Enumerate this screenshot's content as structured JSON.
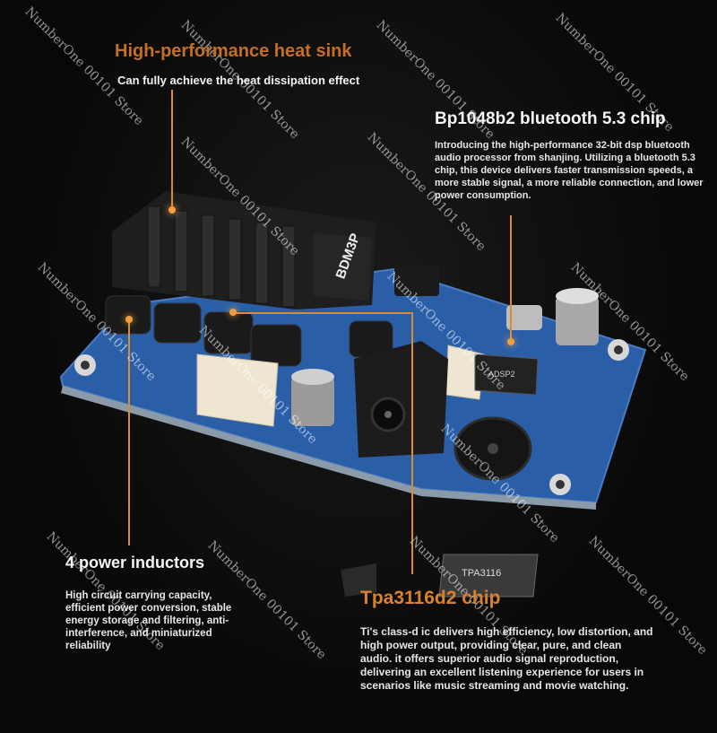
{
  "heatsink": {
    "title": "High-performance heat sink",
    "subtitle": "Can fully achieve the heat dissipation effect",
    "label": "BDM3P"
  },
  "bluetooth": {
    "title": "Bp1048b2 bluetooth 5.3 chip",
    "description": "Introducing the high-performance 32-bit dsp bluetooth audio processor from shanjing. Utilizing a bluetooth 5.3 chip, this device delivers faster transmission speeds, a more stable signal, a more reliable connection, and lower power consumption.",
    "chip_label": "ADSP2"
  },
  "inductors": {
    "title": "4 power inductors",
    "description": "High circuit carrying capacity, efficient power conversion, stable energy storage and filtering, anti-interference, and miniaturized reliability"
  },
  "tpa": {
    "title": "Tpa3116d2 chip",
    "description": "Ti's class-d ic delivers high efficiency, low distortion, and high power output, providing clear, pure, and clean audio. it offers superior audio signal reproduction, delivering an excellent listening experience for users in scenarios like music streaming and movie watching.",
    "chip_label": "TPA3116"
  },
  "watermark": "NumberOne 00101 Store",
  "colors": {
    "accent": "#d9822b",
    "pcb": "#2a5fa8",
    "background": "#0b0b0b"
  }
}
